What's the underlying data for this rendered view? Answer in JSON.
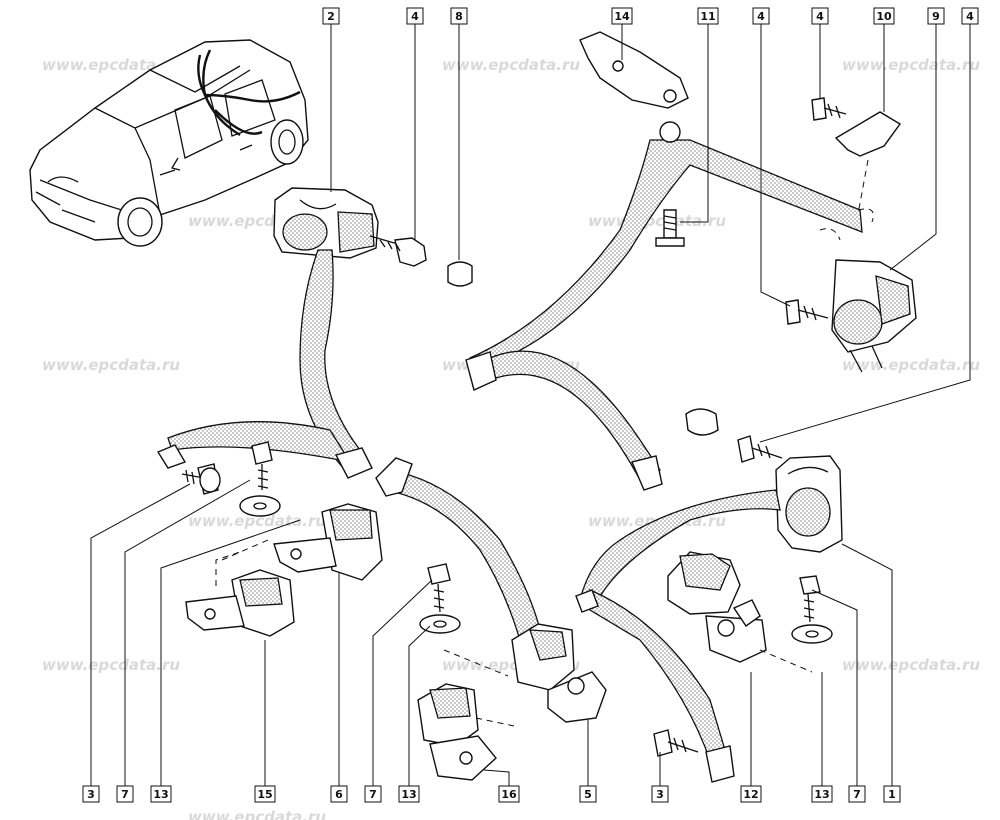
{
  "watermark": "www.epcdata.ru",
  "callouts_top": [
    "2",
    "4",
    "8",
    "14",
    "11",
    "4",
    "4",
    "10",
    "9",
    "4"
  ],
  "callouts_bottom": [
    "3",
    "7",
    "13",
    "15",
    "6",
    "7",
    "13",
    "16",
    "5",
    "3",
    "12",
    "13",
    "7",
    "1"
  ]
}
